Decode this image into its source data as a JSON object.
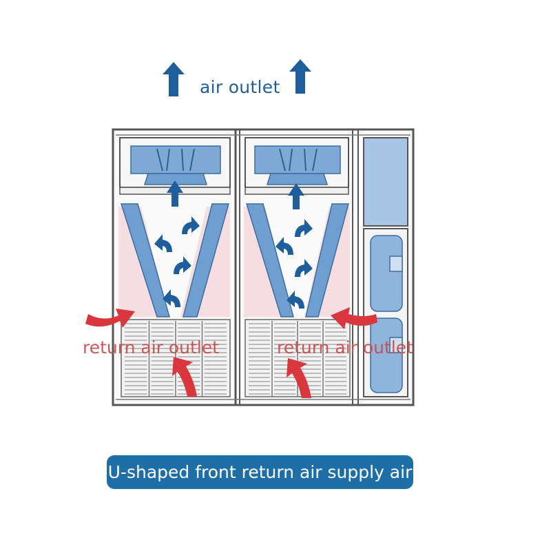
{
  "labels": {
    "air_outlet": "air outlet",
    "return_left": "return air outlet",
    "return_right": "return air outlet"
  },
  "caption": "U-shaped front return air supply air",
  "colors": {
    "airflow_blue": "#1f5e9c",
    "return_red": "#d9363e",
    "caption_bg": "#1e6fa8",
    "panel_blue": "#6f9fd0",
    "pink_zone": "#f5dde2",
    "frame": "#555555"
  }
}
